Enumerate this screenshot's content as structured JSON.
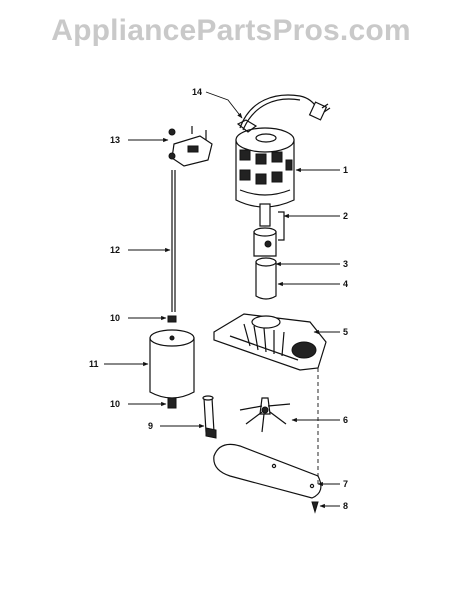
{
  "watermark": "AppliancePartsPros.com",
  "callouts": [
    "1",
    "2",
    "3",
    "4",
    "5",
    "6",
    "7",
    "8",
    "9",
    "10",
    "11",
    "12",
    "13",
    "14",
    "10"
  ]
}
